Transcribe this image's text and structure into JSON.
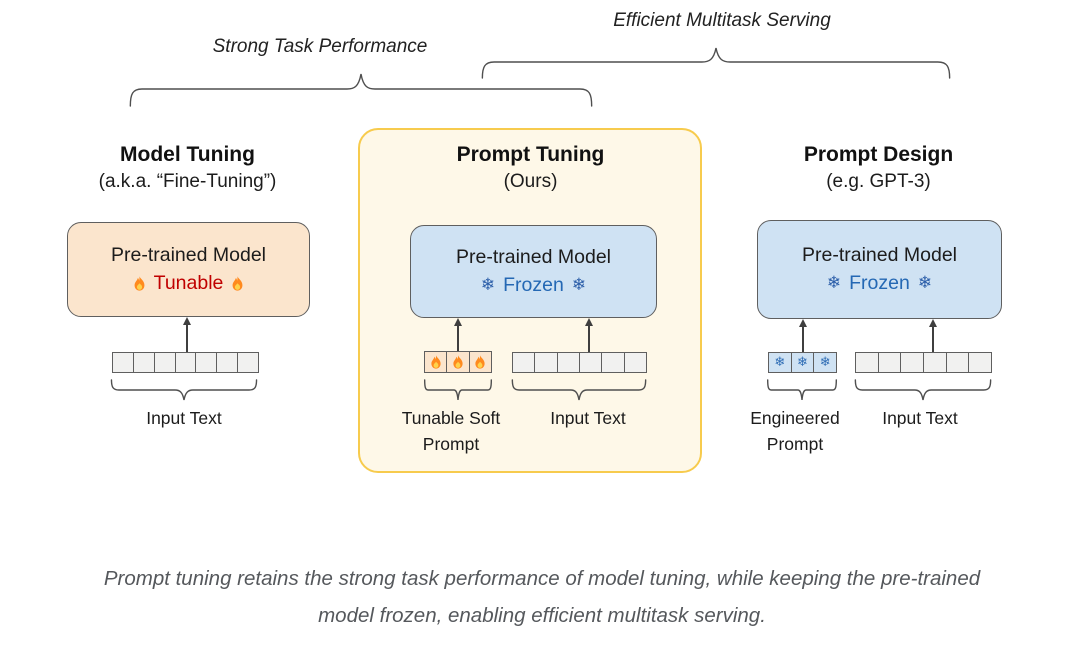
{
  "top_labels": {
    "left": "Strong Task Performance",
    "right": "Efficient Multitask Serving"
  },
  "icons": {
    "snowflake": "❄",
    "fire": "flame-shape"
  },
  "columns": [
    {
      "title": "Model Tuning",
      "subtitle": "(a.k.a. “Fine-Tuning”)",
      "box": {
        "line1": "Pre-trained Model",
        "state": "Tunable",
        "state_icon": "fire-icon"
      },
      "tokens": {
        "input_count": 7
      },
      "labels": {
        "input": "Input Text"
      }
    },
    {
      "title": "Prompt Tuning",
      "subtitle": "(Ours)",
      "box": {
        "line1": "Pre-trained Model",
        "state": "Frozen",
        "state_icon": "snowflake-icon"
      },
      "tokens": {
        "prompt_count": 3,
        "input_count": 6
      },
      "labels": {
        "prompt_line1": "Tunable Soft",
        "prompt_line2": "Prompt",
        "input": "Input Text"
      }
    },
    {
      "title": "Prompt Design",
      "subtitle": "(e.g. GPT-3)",
      "box": {
        "line1": "Pre-trained Model",
        "state": "Frozen",
        "state_icon": "snowflake-icon"
      },
      "tokens": {
        "prompt_count": 3,
        "input_count": 6
      },
      "labels": {
        "prompt_line1": "Engineered",
        "prompt_line2": "Prompt",
        "input": "Input Text"
      }
    }
  ],
  "caption": {
    "line1": "Prompt tuning retains the strong task performance of model tuning, while keeping the pre-trained",
    "line2": "model frozen, enabling efficient multitask serving."
  },
  "colors": {
    "tunable_red": "#C00000",
    "frozen_blue": "#2468B4",
    "model_tuning_fill": "#FBE5CD",
    "frozen_box_fill": "#CFE2F3",
    "prompt_tuning_border": "#F7CB4D",
    "prompt_tuning_fill": "#FEF8E8",
    "token_fill": "#F1F1F0",
    "caption_gray": "#55585c"
  }
}
